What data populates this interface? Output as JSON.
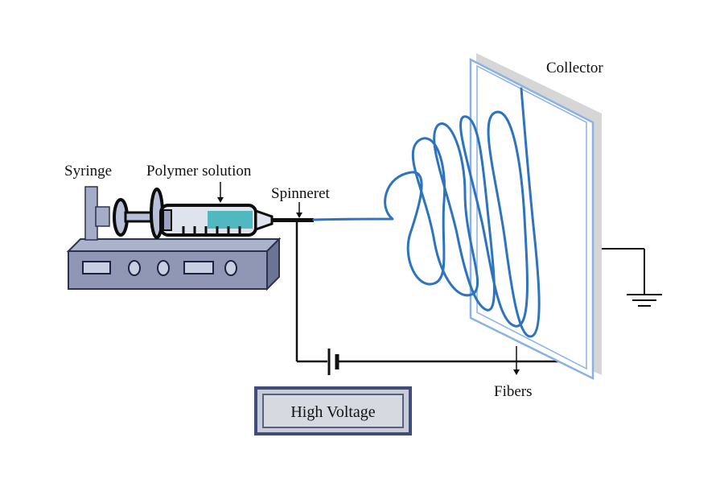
{
  "diagram": {
    "labels": {
      "syringe": "Syringe",
      "polymer_solution": "Polymer solution",
      "spinneret": "Spinneret",
      "collector": "Collector",
      "fibers": "Fibers",
      "high_voltage": "High Voltage"
    },
    "colors": {
      "pump_body": "#8f97b5",
      "pump_top": "#aab2cc",
      "pump_side": "#6c7496",
      "syringe_outline": "#0d0d0d",
      "solution": "#4fb9bf",
      "fiber": "#2e73bd",
      "collector_frame": "#8ab2e6",
      "collector_shadow": "#cfcfcf",
      "wire": "#111111",
      "hv_box_border": "#3f4d78",
      "hv_box_fill": "#d7d9e0"
    }
  }
}
